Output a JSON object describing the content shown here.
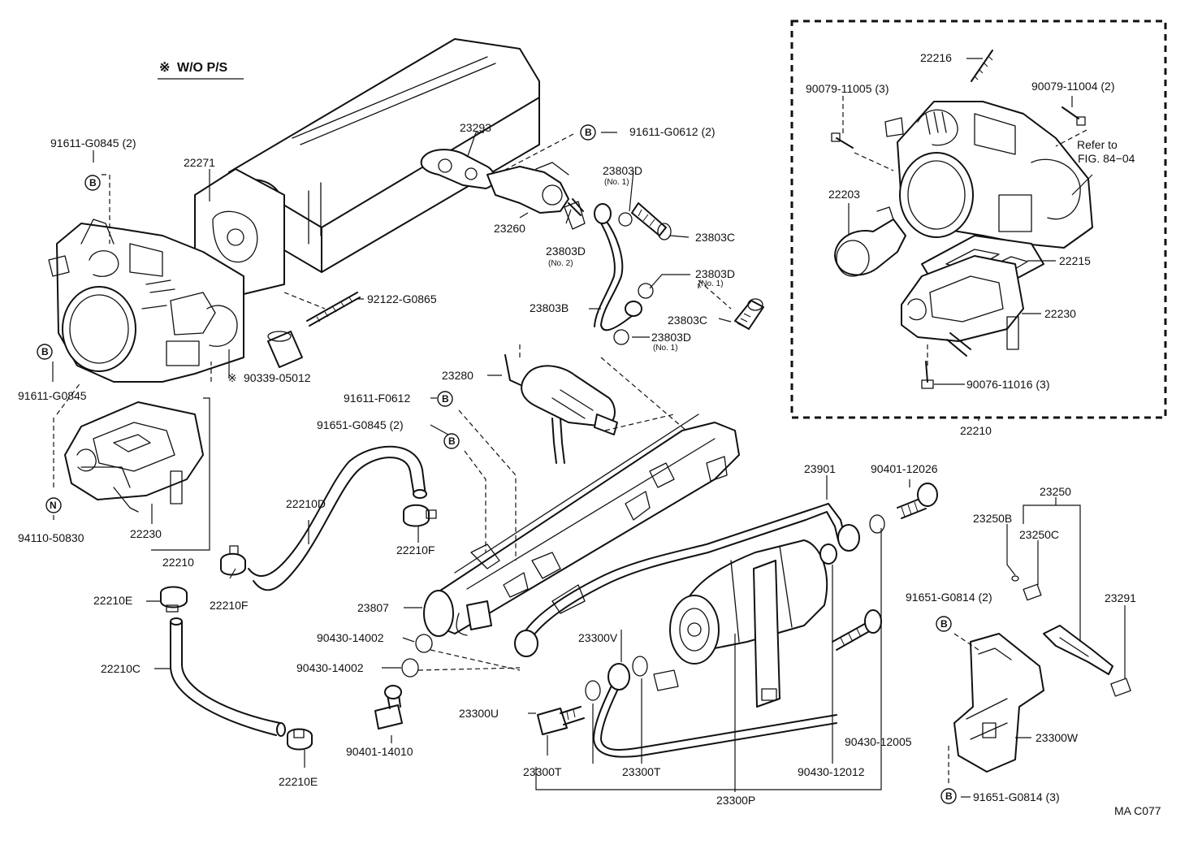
{
  "header": {
    "note_symbol": "※",
    "note": "W/O P/S"
  },
  "markers": {
    "b": "B",
    "n": "N"
  },
  "inset": {
    "refer_line1": "Refer to",
    "refer_line2": "FIG. 84−04"
  },
  "footer": {
    "code": "MA C077"
  },
  "parts": {
    "p91611_G0845_2": "91611-G0845 (2)",
    "p22271": "22271",
    "p23293": "23293",
    "p91611_G0612_2": "91611-G0612 (2)",
    "p23803D_top": "23803D",
    "no1_top": "(No. 1)",
    "p23260": "23260",
    "p23803C_top": "23803C",
    "p23803D_no2": "23803D",
    "no2": "(No. 2)",
    "p23803D_mid": "23803D",
    "no1_mid": "(No. 1)",
    "p23803B": "23803B",
    "p23803C_mid": "23803C",
    "p23803D_low": "23803D",
    "no1_low": "(No. 1)",
    "p92122_G0865": "92122-G0865",
    "p90339_05012": "90339-05012",
    "star": "※",
    "p91611_G0845": "91611-G0845",
    "p23280": "23280",
    "p91611_F0612": "91611-F0612",
    "p91651_G0845_2": "91651-G0845 (2)",
    "p94110_50830": "94110-50830",
    "p22230_left": "22230",
    "p22210_left": "22210",
    "p22210D": "22210D",
    "p22210F_top": "22210F",
    "p22210F_low": "22210F",
    "p22210E_top": "22210E",
    "p22210C": "22210C",
    "p22210E_low": "22210E",
    "p23807": "23807",
    "p90430_14002_a": "90430-14002",
    "p90430_14002_b": "90430-14002",
    "p90401_14010": "90401-14010",
    "p23901": "23901",
    "p90401_12026": "90401-12026",
    "p23300V": "23300V",
    "p23300U": "23300U",
    "p23300T_a": "23300T",
    "p23300T_b": "23300T",
    "p23300P": "23300P",
    "p90430_12012": "90430-12012",
    "p90430_12005": "90430-12005",
    "p23250": "23250",
    "p23250B": "23250B",
    "p23250C": "23250C",
    "p91651_G0814_2": "91651-G0814 (2)",
    "p23291": "23291",
    "p23300W": "23300W",
    "p91651_G0814_3": "91651-G0814 (3)",
    "p22216": "22216",
    "p90079_11005_3": "90079-11005 (3)",
    "p90079_11004_2": "90079-11004 (2)",
    "p22203": "22203",
    "p22215": "22215",
    "p22230_inset": "22230",
    "p90076_11016_3": "90076-11016 (3)",
    "p22210_inset": "22210"
  }
}
